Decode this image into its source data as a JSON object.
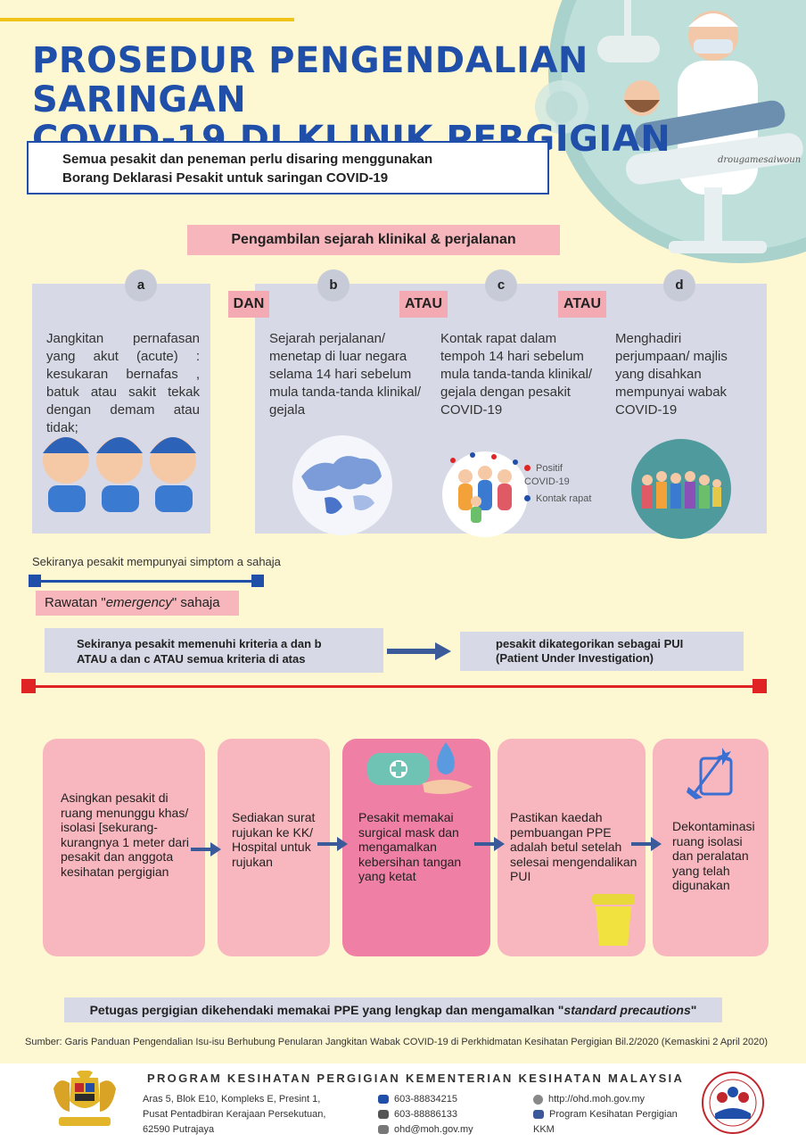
{
  "header": {
    "title_line1": "PROSEDUR PENGENDALIAN SARINGAN",
    "title_line2": "COVID-19 DI KLINIK PERGIGIAN",
    "artist_signature": "drougamesaiwoun"
  },
  "intro": {
    "line1": "Semua pesakit dan peneman perlu disaring  menggunakan",
    "line2": "Borang Deklarasi Pesakit untuk saringan COVID-19"
  },
  "history_label": "Pengambilan sejarah klinikal & perjalanan",
  "criteria": [
    {
      "letter": "a",
      "text": "Jangkitan pernafasan yang akut (acute) : kesukaran bernafas , batuk atau sakit tekak dengan demam atau tidak;"
    },
    {
      "letter": "b",
      "text": "Sejarah perjalanan/ menetap di luar negara selama 14 hari sebelum mula tanda-tanda klinikal/ gejala"
    },
    {
      "letter": "c",
      "text": "Kontak rapat dalam tempoh 14 hari sebelum mula tanda-tanda klinikal/ gejala dengan pesakit COVID-19"
    },
    {
      "letter": "d",
      "text": "Menghadiri perjumpaan/ majlis yang disahkan mempunyai wabak COVID-19"
    }
  ],
  "connectors": [
    "DAN",
    "ATAU",
    "ATAU"
  ],
  "legend": {
    "positive": "Positif COVID-19",
    "contact": "Kontak rapat",
    "positive_color": "#e02424",
    "contact_color": "#1f4fa8"
  },
  "symptom_note": "Sekiranya pesakit mempunyai simptom a sahaja",
  "emergency": {
    "prefix": "Rawatan \"",
    "emphasis": "emergency",
    "suffix": "\" sahaja"
  },
  "kriteria": {
    "line1": "Sekiranya pesakit memenuhi kriteria  a dan b",
    "line2": "ATAU  a dan c ATAU semua kriteria di atas"
  },
  "pui": {
    "line1": "pesakit dikategorikan sebagai PUI",
    "line2": "(Patient Under Investigation)"
  },
  "steps": [
    {
      "text": "Asingkan pesakit di ruang menunggu khas/ isolasi [sekurang-kurangnya 1 meter dari pesakit dan anggota kesihatan pergigian"
    },
    {
      "text": "Sediakan surat rujukan ke KK/ Hospital untuk rujukan"
    },
    {
      "text": "Pesakit memakai surgical mask  dan mengamalkan kebersihan tangan yang ketat"
    },
    {
      "text": "Pastikan kaedah pembuangan PPE adalah betul setelah selesai mengendalikan PUI"
    },
    {
      "text": "Dekontaminasi ruang isolasi dan peralatan yang telah digunakan"
    }
  ],
  "ppe_note": {
    "prefix": "Petugas pergigian dikehendaki memakai PPE yang lengkap dan mengamalkan \"",
    "emphasis": "standard precautions",
    "suffix": "\""
  },
  "source": "Sumber: Garis Panduan Pengendalian Isu-isu Berhubung Penularan Jangkitan Wabak COVID-19 di Perkhidmatan Kesihatan Pergigian Bil.2/2020 (Kemaskini 2 April 2020)",
  "footer": {
    "org": "PROGRAM KESIHATAN PERGIGIAN KEMENTERIAN KESIHATAN MALAYSIA",
    "address": [
      "Aras 5, Blok E10, Kompleks E, Presint 1,",
      "Pusat Pentadbiran Kerajaan Persekutuan,",
      "62590 Putrajaya"
    ],
    "phone": "603-88834215",
    "fax": "603-88886133",
    "email": "ohd@moh.gov.my",
    "website": "http://ohd.moh.gov.my",
    "facebook_line1": "Program Kesihatan Pergigian",
    "facebook_line2": "KKM"
  },
  "colors": {
    "title_blue": "#1f4fa8",
    "background": "#fdf7d2",
    "pink": "#f8b7bf",
    "pink_dark": "#f07fa5",
    "grey": "#d7dae6",
    "red": "#e02424",
    "teal": "#5aa3a6"
  }
}
